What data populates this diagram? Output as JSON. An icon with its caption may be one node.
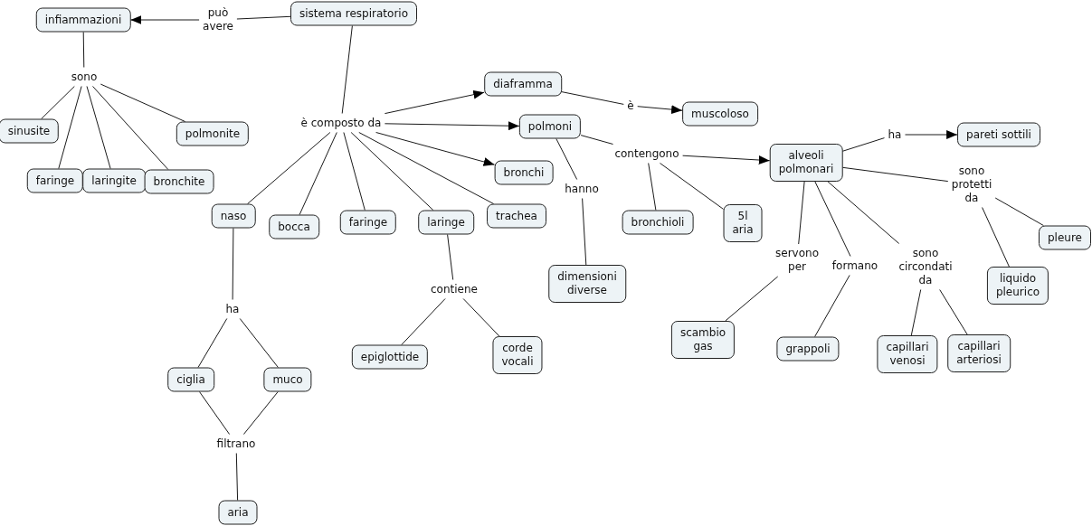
{
  "diagram": {
    "nodes": [
      {
        "text": [
          "sistema respiratorio"
        ]
      },
      {
        "text": [
          "può avere"
        ]
      },
      {
        "text": [
          "infiammazioni"
        ]
      },
      {
        "text": [
          "sono"
        ]
      },
      {
        "text": [
          "sinusite"
        ]
      },
      {
        "text": [
          "polmonite"
        ]
      },
      {
        "text": [
          "faringe"
        ]
      },
      {
        "text": [
          "laringite"
        ]
      },
      {
        "text": [
          "bronchite"
        ]
      },
      {
        "text": [
          "è composto da"
        ]
      },
      {
        "text": [
          "diaframma"
        ]
      },
      {
        "text": [
          "è"
        ]
      },
      {
        "text": [
          "muscoloso"
        ]
      },
      {
        "text": [
          "polmoni"
        ]
      },
      {
        "text": [
          "bronchi"
        ]
      },
      {
        "text": [
          "contengono"
        ]
      },
      {
        "text": [
          "alveoli polmonari"
        ]
      },
      {
        "text": [
          "ha"
        ]
      },
      {
        "text": [
          "pareti sottili"
        ]
      },
      {
        "text": [
          "sono protetti da"
        ]
      },
      {
        "text": [
          "naso"
        ]
      },
      {
        "text": [
          "bocca"
        ]
      },
      {
        "text": [
          "faringe"
        ]
      },
      {
        "text": [
          "laringe"
        ]
      },
      {
        "text": [
          "trachea"
        ]
      },
      {
        "text": [
          "hanno"
        ]
      },
      {
        "text": [
          "bronchioli"
        ]
      },
      {
        "text": [
          "5l aria"
        ]
      },
      {
        "text": [
          "pleure"
        ]
      },
      {
        "text": [
          "dimensioni diverse"
        ]
      },
      {
        "text": [
          "servono per"
        ]
      },
      {
        "text": [
          "formano"
        ]
      },
      {
        "text": [
          "sono circondati da"
        ]
      },
      {
        "text": [
          "liquido pleurico"
        ]
      },
      {
        "text": [
          "contiene"
        ]
      },
      {
        "text": [
          "ha"
        ]
      },
      {
        "text": [
          "scambio gas"
        ]
      },
      {
        "text": [
          "grappoli"
        ]
      },
      {
        "text": [
          "capillari venosi"
        ]
      },
      {
        "text": [
          "capillari arteriosi"
        ]
      },
      {
        "text": [
          "epiglottide"
        ]
      },
      {
        "text": [
          "corde vocali"
        ]
      },
      {
        "text": [
          "ciglia"
        ]
      },
      {
        "text": [
          "muco"
        ]
      },
      {
        "text": [
          "filtrano"
        ]
      },
      {
        "text": [
          "aria"
        ]
      }
    ],
    "edges": [
      {
        "from": 0,
        "to": 1,
        "arrow": "none"
      },
      {
        "from": 1,
        "to": 2,
        "arrow": "to"
      },
      {
        "from": 2,
        "to": 3,
        "arrow": "none"
      },
      {
        "from": 3,
        "to": 4,
        "arrow": "none"
      },
      {
        "from": 3,
        "to": 6,
        "arrow": "none"
      },
      {
        "from": 3,
        "to": 7,
        "arrow": "none"
      },
      {
        "from": 3,
        "to": 8,
        "arrow": "none"
      },
      {
        "from": 3,
        "to": 5,
        "arrow": "none"
      },
      {
        "from": 0,
        "to": 9,
        "arrow": "none"
      },
      {
        "from": 9,
        "to": 10,
        "arrow": "to"
      },
      {
        "from": 9,
        "to": 13,
        "arrow": "to"
      },
      {
        "from": 9,
        "to": 14,
        "arrow": "to"
      },
      {
        "from": 9,
        "to": 20,
        "arrow": "none"
      },
      {
        "from": 9,
        "to": 21,
        "arrow": "none"
      },
      {
        "from": 9,
        "to": 22,
        "arrow": "none"
      },
      {
        "from": 9,
        "to": 23,
        "arrow": "none"
      },
      {
        "from": 9,
        "to": 24,
        "arrow": "none"
      },
      {
        "from": 10,
        "to": 11,
        "arrow": "none"
      },
      {
        "from": 11,
        "to": 12,
        "arrow": "to"
      },
      {
        "from": 13,
        "to": 25,
        "arrow": "none"
      },
      {
        "from": 25,
        "to": 29,
        "arrow": "none"
      },
      {
        "from": 13,
        "to": 15,
        "arrow": "none"
      },
      {
        "from": 15,
        "to": 16,
        "arrow": "to"
      },
      {
        "from": 15,
        "to": 26,
        "arrow": "none"
      },
      {
        "from": 15,
        "to": 27,
        "arrow": "none"
      },
      {
        "from": 16,
        "to": 17,
        "arrow": "none"
      },
      {
        "from": 17,
        "to": 18,
        "arrow": "to"
      },
      {
        "from": 16,
        "to": 19,
        "arrow": "none"
      },
      {
        "from": 19,
        "to": 28,
        "arrow": "none"
      },
      {
        "from": 19,
        "to": 33,
        "arrow": "none"
      },
      {
        "from": 16,
        "to": 30,
        "arrow": "none"
      },
      {
        "from": 30,
        "to": 36,
        "arrow": "none"
      },
      {
        "from": 16,
        "to": 31,
        "arrow": "none"
      },
      {
        "from": 31,
        "to": 37,
        "arrow": "none"
      },
      {
        "from": 16,
        "to": 32,
        "arrow": "none"
      },
      {
        "from": 32,
        "to": 38,
        "arrow": "none"
      },
      {
        "from": 32,
        "to": 39,
        "arrow": "none"
      },
      {
        "from": 23,
        "to": 34,
        "arrow": "none"
      },
      {
        "from": 34,
        "to": 40,
        "arrow": "none"
      },
      {
        "from": 34,
        "to": 41,
        "arrow": "none"
      },
      {
        "from": 20,
        "to": 35,
        "arrow": "none"
      },
      {
        "from": 35,
        "to": 42,
        "arrow": "none"
      },
      {
        "from": 35,
        "to": 43,
        "arrow": "none"
      },
      {
        "from": 42,
        "to": 44,
        "arrow": "none"
      },
      {
        "from": 43,
        "to": 44,
        "arrow": "none"
      },
      {
        "from": 44,
        "to": 45,
        "arrow": "none"
      }
    ]
  }
}
